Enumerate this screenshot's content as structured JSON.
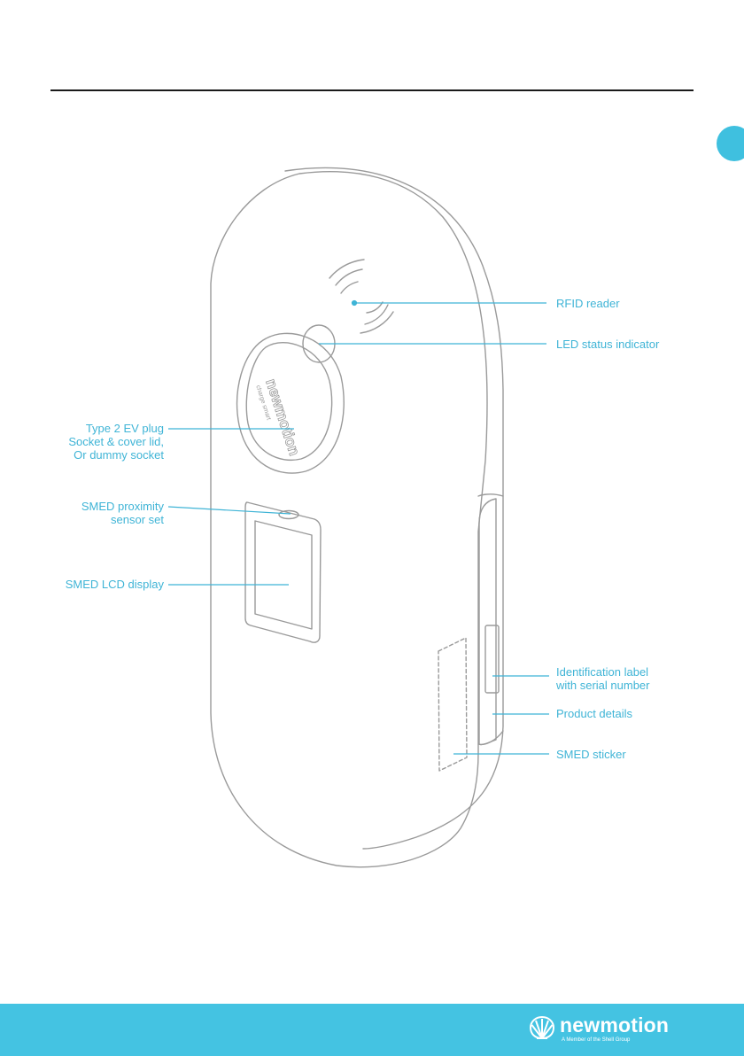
{
  "callouts": {
    "rfid_reader": "RFID reader",
    "led_status": "LED status indicator",
    "type2_socket": "Type 2 EV plug\nSocket & cover lid,\nOr dummy socket",
    "smed_proximity": "SMED proximity\nsensor set",
    "smed_lcd": "SMED LCD display",
    "identification_label": "Identification label\nwith serial number",
    "product_details": "Product details",
    "smed_sticker": "SMED sticker"
  },
  "device": {
    "socket_brand": "newmotion",
    "socket_subtext": "charge smart"
  },
  "footer": {
    "brand": "newmotion",
    "tagline": "A Member of the Shell Group",
    "icon": "shell-icon"
  },
  "colors": {
    "callout": "#3fb4d6",
    "footer": "#44c3e2",
    "line_art": "#9a9a9a"
  }
}
